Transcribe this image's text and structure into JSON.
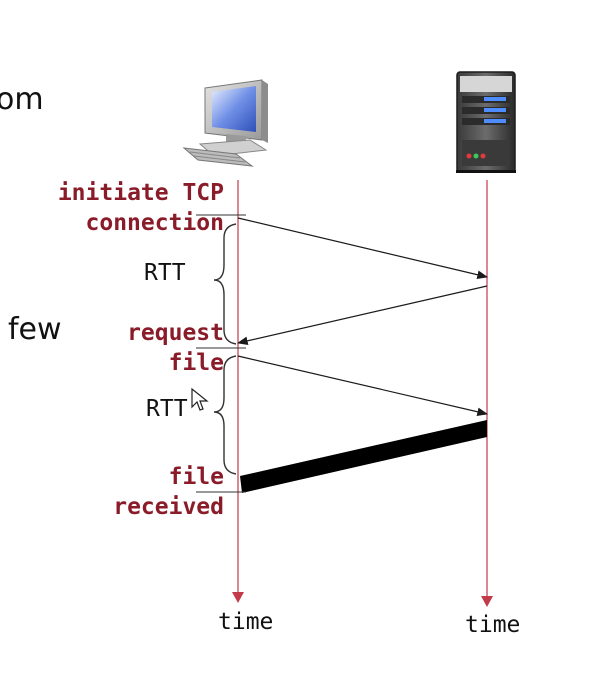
{
  "background_fragments": {
    "top": "om",
    "middle": "few"
  },
  "diagram": {
    "client_labels": {
      "initiate": [
        "initiate TCP",
        "connection"
      ],
      "request": [
        "request",
        "file"
      ],
      "received": [
        "file",
        "received"
      ]
    },
    "rtt_labels": [
      "RTT",
      "RTT"
    ],
    "time_labels": {
      "client": "time",
      "server": "time"
    },
    "icons": {
      "client": "desktop-computer-icon",
      "server": "server-tower-icon"
    },
    "colors": {
      "label": "#8a1c2a",
      "timeline": "#c23b4a",
      "arrow": "#1a1a1a",
      "transfer_bar": "#000000"
    }
  }
}
